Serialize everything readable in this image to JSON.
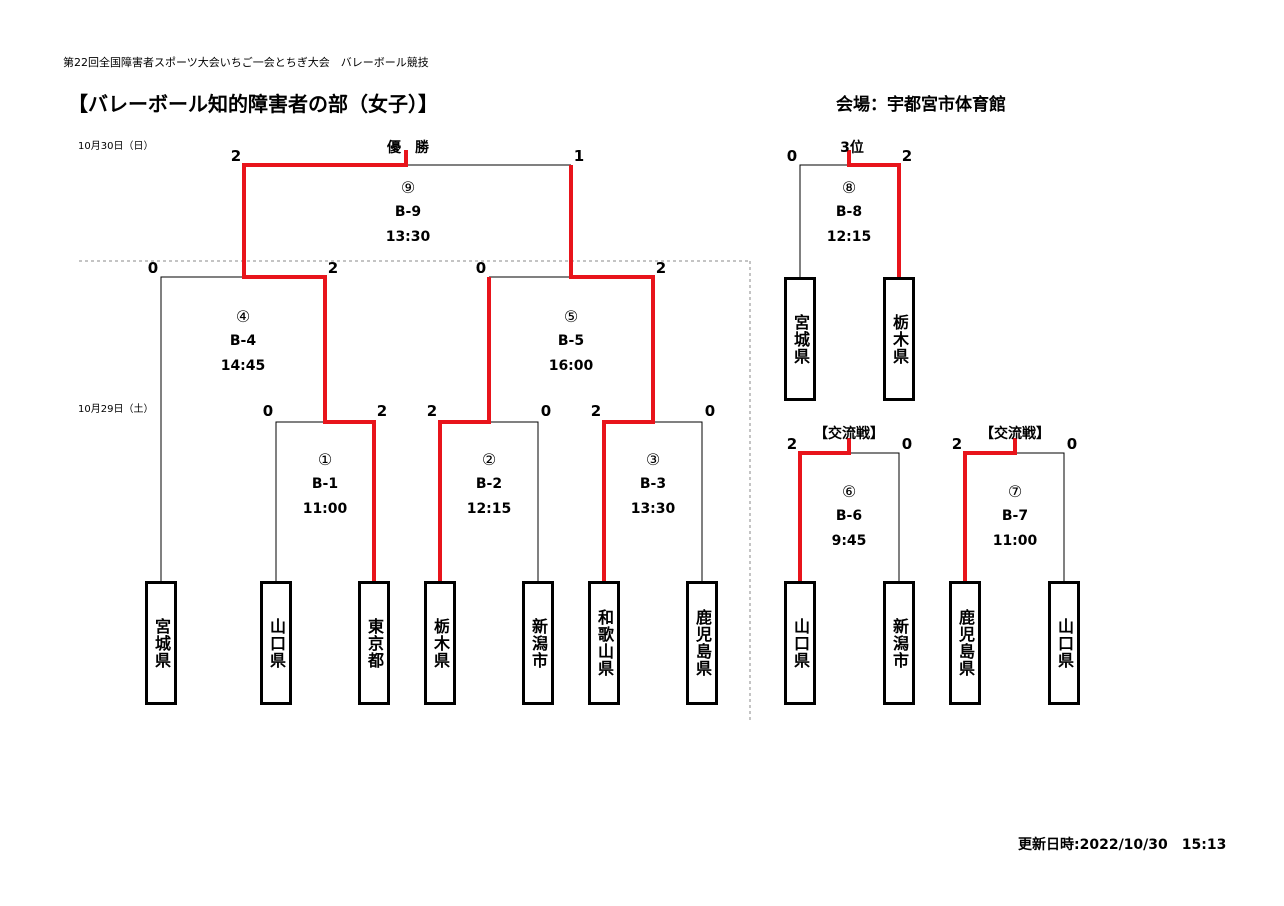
{
  "event_title": "第22回全国障害者スポーツ大会いちご一会とちぎ大会　バレーボール競技",
  "page_title": "【バレーボール知的障害者の部（女子）】",
  "venue": "会場：宇都宮市体育館",
  "dates": {
    "final_day": "10月30日（日）",
    "first_day": "10月29日（土）"
  },
  "labels": {
    "champion": "優　勝",
    "third_place": "3位",
    "exchange": "【交流戦】"
  },
  "colors": {
    "winner_line": "#e8141b",
    "line": "#000000",
    "border": "#000000"
  },
  "teams": {
    "t1": "宮城県",
    "t2": "山口県",
    "t3": "東京都",
    "t4": "栃木県",
    "t5": "新潟市",
    "t6": "和歌山県",
    "t7": "鹿児島県",
    "t8": "宮城県",
    "t9": "栃木県",
    "t10": "山口県",
    "t11": "新潟市",
    "t12": "鹿児島県",
    "t13": "山口県"
  },
  "matches": [
    {
      "id": "m1",
      "num": "①",
      "code": "B-1",
      "time": "11:00",
      "left_score": "0",
      "right_score": "2"
    },
    {
      "id": "m2",
      "num": "②",
      "code": "B-2",
      "time": "12:15",
      "left_score": "2",
      "right_score": "0"
    },
    {
      "id": "m3",
      "num": "③",
      "code": "B-3",
      "time": "13:30",
      "left_score": "2",
      "right_score": "0"
    },
    {
      "id": "m4",
      "num": "④",
      "code": "B-4",
      "time": "14:45",
      "left_score": "0",
      "right_score": "2"
    },
    {
      "id": "m5",
      "num": "⑤",
      "code": "B-5",
      "time": "16:00",
      "left_score": "0",
      "right_score": "2"
    },
    {
      "id": "m6",
      "num": "⑥",
      "code": "B-6",
      "time": "9:45",
      "left_score": "2",
      "right_score": "0"
    },
    {
      "id": "m7",
      "num": "⑦",
      "code": "B-7",
      "time": "11:00",
      "left_score": "2",
      "right_score": "0"
    },
    {
      "id": "m8",
      "num": "⑧",
      "code": "B-8",
      "time": "12:15",
      "left_score": "0",
      "right_score": "2"
    },
    {
      "id": "m9",
      "num": "⑨",
      "code": "B-9",
      "time": "13:30",
      "left_score": "2",
      "right_score": "1"
    }
  ],
  "updated": "更新日時:2022/10/30　15:13"
}
